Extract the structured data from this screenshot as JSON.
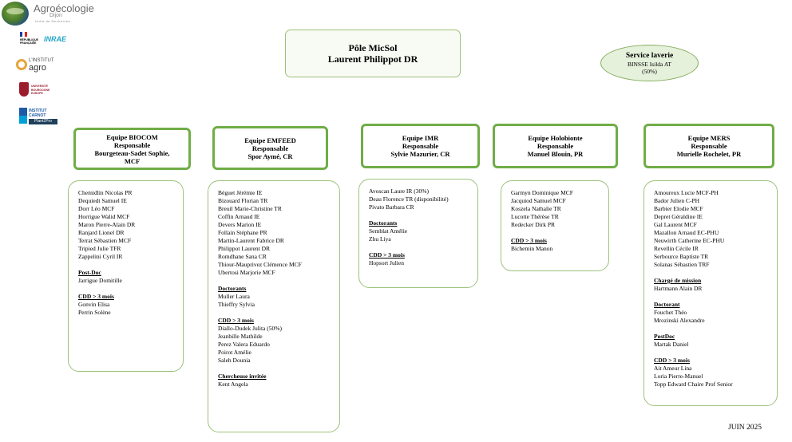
{
  "logos": {
    "agroecologie": {
      "name": "Agroécologie",
      "sub1": "Dijon",
      "sub2": "Unité de Recherche"
    },
    "republique": {
      "text": "RÉPUBLIQUE FRANÇAISE"
    },
    "inrae": {
      "text": "INRAE"
    },
    "institut_agro": {
      "line1": "L'INSTITUT",
      "line2": "agro"
    },
    "ub": {
      "text": "UNIVERSITÉ BOURGOGNE EUROPE"
    },
    "carnot": {
      "line1": "INSTITUT",
      "line2": "CARNOT",
      "badge": "Plant2Pro"
    }
  },
  "pole": {
    "line1": "Pôle MicSol",
    "line2": "Laurent Philippot DR"
  },
  "laverie": {
    "title": "Service laverie",
    "line1": "BINSSE Isilda  AT",
    "line2": "(50%)"
  },
  "teams": [
    {
      "header": [
        "Equipe BIOCOM",
        "Responsable",
        "Bourgeteau-Sadet Sophie,",
        "MCF"
      ],
      "members": [
        "Chemidlin Nicolas PR",
        "Dequiedt Samuel IE",
        "Dorr Léo MCF",
        "Horrigue Walid MCF",
        "Maron Pierre-Alain DR",
        "Ranjard Lionel DR",
        "Terrat Sébastien MCF",
        "Tripied Julie TFR",
        "Zappelini Cyril IR"
      ],
      "sections": [
        {
          "title": "Post-Doc",
          "items": [
            "Jarrigue Domitille"
          ]
        },
        {
          "title": "CDD > 3 mois",
          "items": [
            "Gonvin Elisa",
            "Perrin Solène"
          ]
        }
      ]
    },
    {
      "header": [
        "Equipe EMFEED",
        "Responsable",
        "Spor Aymé, CR"
      ],
      "members": [
        "Béguet Jérémie IE",
        "Bizouard Florian TR",
        "Breuil Marie-Christine TR",
        "Coffin Arnaud IE",
        "Devers Marion IE",
        "Follain Stéphane PR",
        "Martin-Laurent Fabrice DR",
        "Philippot Laurent DR",
        "Romdhane Sana CR",
        "Thiour-Mauprivez Clémence MCF",
        "Ubertosi Marjorie MCF"
      ],
      "sections": [
        {
          "title": "Doctorants",
          "items": [
            "Muller Laura",
            "Thieffry Sylvia"
          ]
        },
        {
          "title": "CDD > 3 mois",
          "items": [
            "Diallo-Dudek Julita (50%)",
            "Jeanbille Mathilde",
            "Perez Valera Eduardo",
            "Poirot Amélie",
            "Saleh Dounia"
          ]
        },
        {
          "title": "Chercheuse invitée",
          "items": [
            "Kent Angela"
          ]
        }
      ]
    },
    {
      "header": [
        "Equipe IMR",
        "Responsable",
        "Sylvie Mazurier, CR"
      ],
      "members": [
        "Avoscan Laure IR (30%)",
        "Deau Florence TR (disponibilité)",
        "Pivato Barbara CR"
      ],
      "sections": [
        {
          "title": "Doctorants",
          "items": [
            "Semblat Amélie",
            "Zhu Liya"
          ]
        },
        {
          "title": "CDD > 3 mois",
          "items": [
            "Hopsort Julien"
          ]
        }
      ]
    },
    {
      "header": [
        "Equipe Holobionte",
        "Responsable",
        "Manuel Blouin, PR"
      ],
      "members": [
        "Garmyn Dominique MCF",
        "Jacquiod Samuel MCF",
        "Koszela Nathalie TR",
        "Lucotte Thérèse TR",
        "Redecker Dirk PR"
      ],
      "sections": [
        {
          "title": "CDD > 3 mois",
          "items": [
            "Bichemin Manon"
          ]
        }
      ]
    },
    {
      "header": [
        "Equipe MERS",
        "Responsable",
        "Murielle Rochelet, PR"
      ],
      "members": [
        "Amoureux Lucie MCF-PH",
        "Bador Julien C-PH",
        "Barbier Elodie MCF",
        "Depret Géraldine IE",
        "Gal Laurent MCF",
        "Mazallon Arnaud EC-PHU",
        "Neuwirth Catherine EC-PHU",
        "Revellin Cécile IR",
        "Serbource Baptiste TR",
        "Solanas Sébastien TRF"
      ],
      "sections": [
        {
          "title": "Chargé de mission",
          "items": [
            "Hartmann Alain DR"
          ]
        },
        {
          "title": "Doctorant",
          "items": [
            "Fouchet Théo",
            "Mrozinski Alexandre"
          ]
        },
        {
          "title": "PostDoc",
          "items": [
            "Martak Daniel"
          ]
        },
        {
          "title": "CDD > 3 mois",
          "items": [
            "Ait Ameur Lina",
            "Loria Pierre-Manuel",
            "Topp Edward Chaire Prof Senior"
          ]
        }
      ]
    }
  ],
  "date": "JUIN 2025",
  "colors": {
    "team_border": "#70ad47",
    "list_border": "#9dc27a",
    "laverie_fill": "#e6f1dc"
  }
}
